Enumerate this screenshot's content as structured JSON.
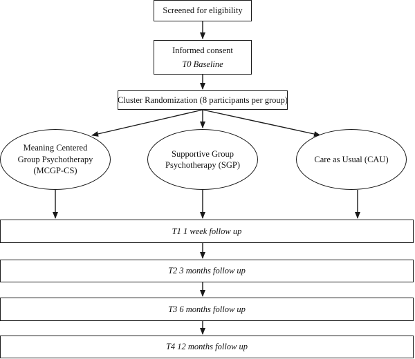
{
  "flowchart": {
    "screened": "Screened for eligibility",
    "consent": "Informed consent",
    "baseline": "T0 Baseline",
    "randomization": "Cluster Randomization (8 participants per group)",
    "arms": [
      {
        "lines": [
          "Meaning Centered",
          "Group Psychotherapy",
          "(MCGP-CS)"
        ]
      },
      {
        "lines": [
          "Supportive Group",
          "Psychotherapy (SGP)"
        ]
      },
      {
        "lines": [
          "Care as Usual (CAU)"
        ]
      }
    ],
    "followups": [
      "T1 1 week follow up",
      "T2 3 months follow up",
      "T3 6 months follow up",
      "T4 12 months follow up"
    ]
  }
}
